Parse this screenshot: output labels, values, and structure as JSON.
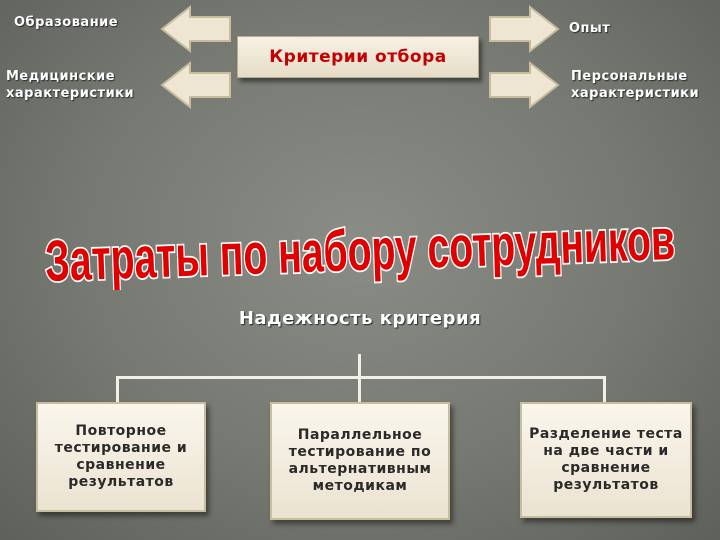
{
  "top": {
    "left_labels": [
      "Образование",
      "Медицинские\nхарактеристики"
    ],
    "right_labels": [
      "Опыт",
      "Персональные\nхарактеристики"
    ],
    "center_box": "Критерии отбора"
  },
  "headline": "Затраты по набору сотрудников",
  "tree": {
    "root": "Надежность критерия",
    "children": [
      "Повторное тестирование и сравнение результатов",
      "Параллельное тестирование по альтернативным методикам",
      "Разделение теста на две части и сравнение результатов"
    ]
  },
  "colors": {
    "accent_red": "#c40000",
    "box_fill": "#f7f1e4"
  }
}
